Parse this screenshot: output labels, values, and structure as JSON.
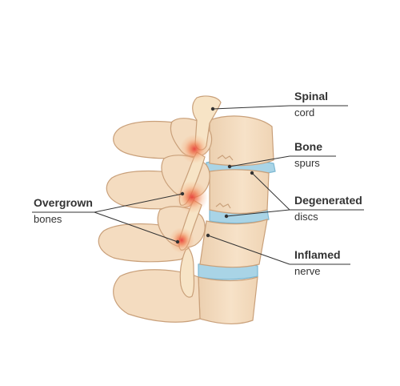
{
  "labels": {
    "spinal": {
      "title": "Spinal",
      "sub": "cord"
    },
    "bone": {
      "title": "Bone",
      "sub": "spurs"
    },
    "degenerated": {
      "title": "Degenerated",
      "sub": "discs"
    },
    "overgrown": {
      "title": "Overgrown",
      "sub": "bones"
    },
    "inflamed": {
      "title": "Inflamed",
      "sub": "nerve"
    }
  },
  "colors": {
    "bone_fill": "#f4dcc0",
    "bone_shadow": "#e6c6a2",
    "bone_outline": "#c9a07a",
    "disc_fill": "#a9d4e6",
    "disc_outline": "#7db8d2",
    "inflammation": "#e8403a",
    "leader_line": "#333333"
  }
}
